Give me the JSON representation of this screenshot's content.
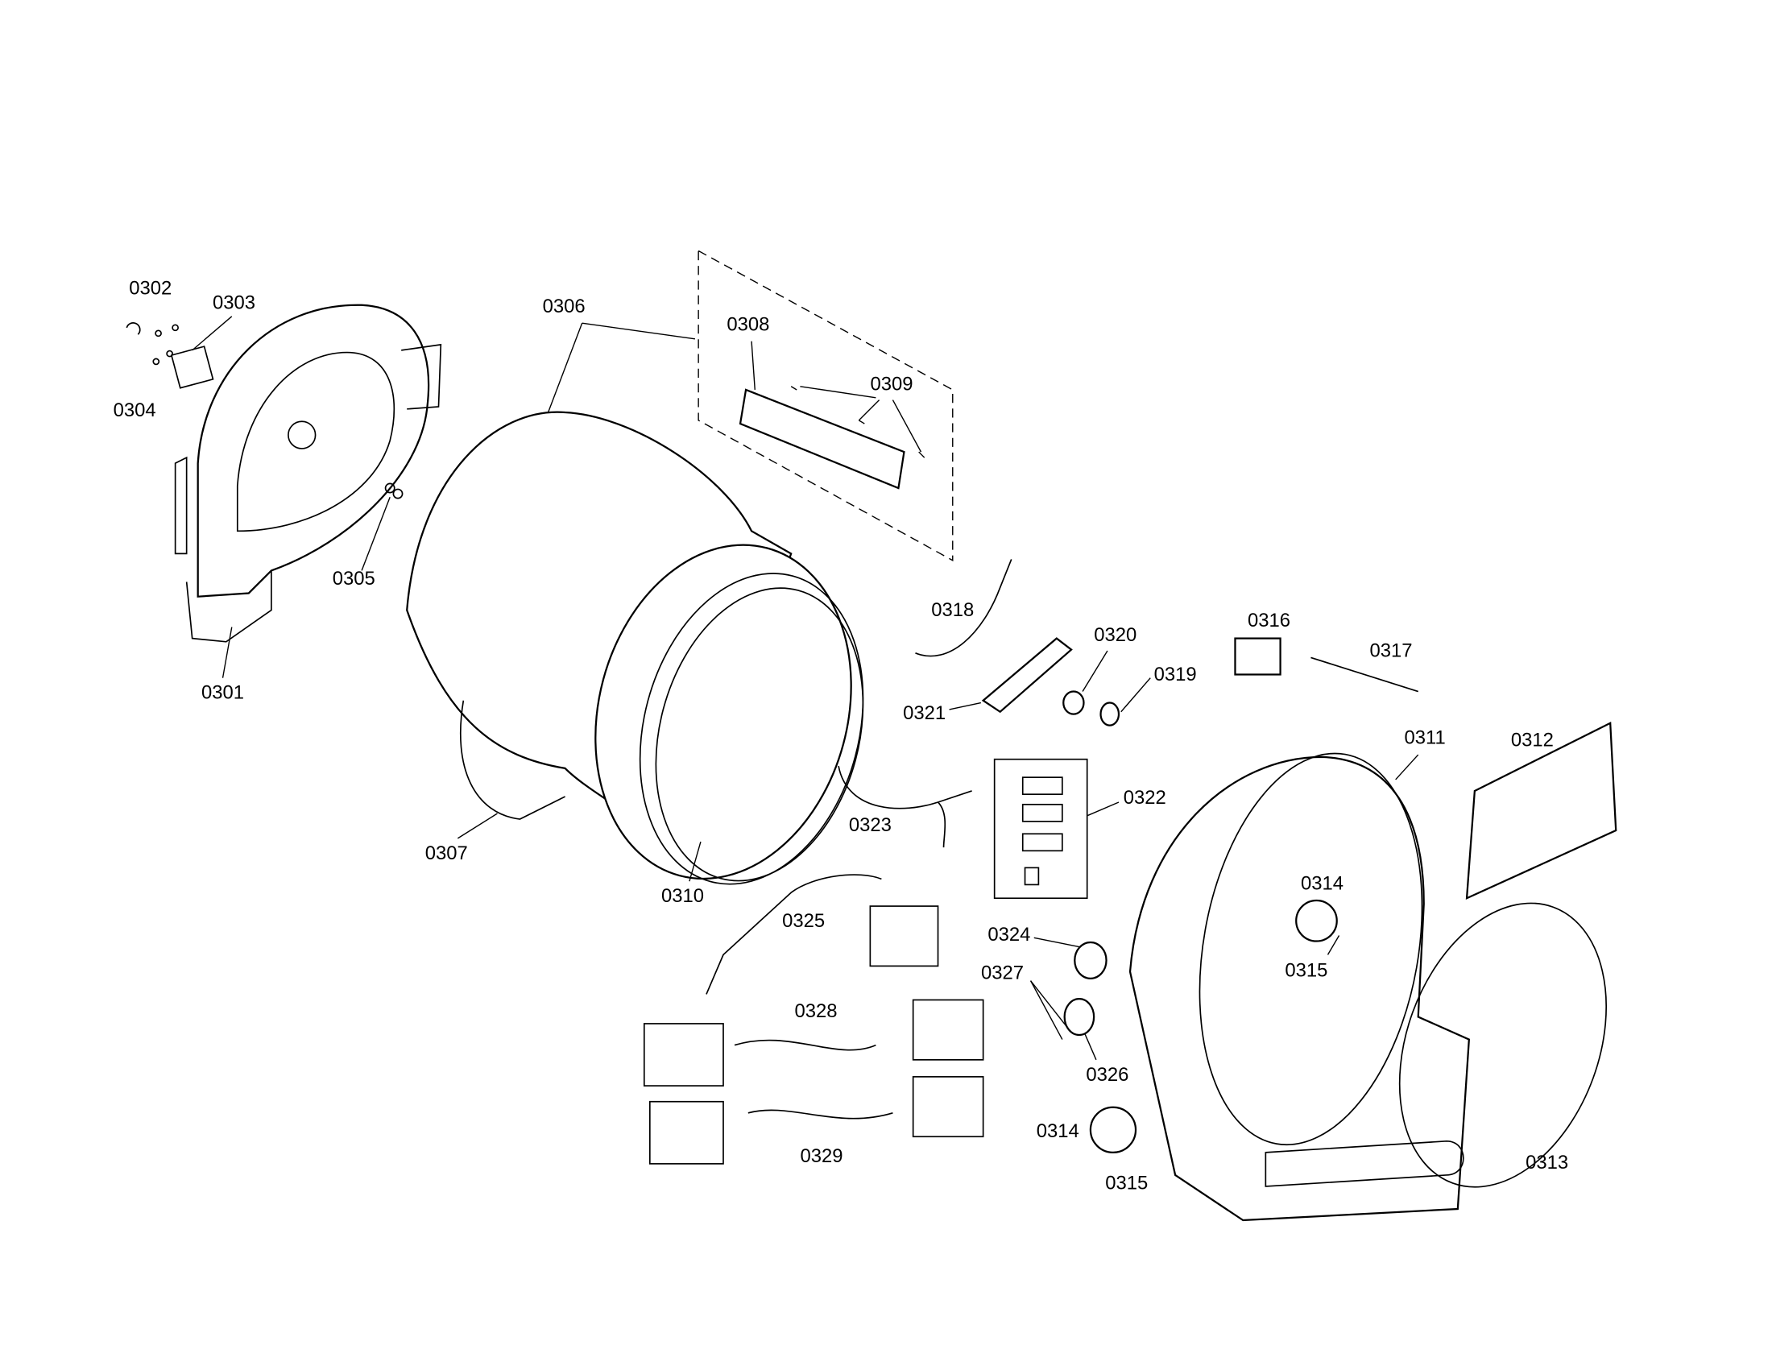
{
  "diagram": {
    "type": "exploded parts diagram",
    "labels": [
      "0302",
      "0303",
      "0304",
      "0305",
      "0301",
      "0306",
      "0308",
      "0309",
      "0307",
      "0310",
      "0318",
      "0320",
      "0319",
      "0321",
      "0316",
      "0317",
      "0311",
      "0312",
      "0322",
      "0323",
      "0314",
      "0315",
      "0325",
      "0324",
      "0327",
      "0326",
      "0328",
      "0329",
      "0314",
      "0315",
      "0313"
    ]
  }
}
